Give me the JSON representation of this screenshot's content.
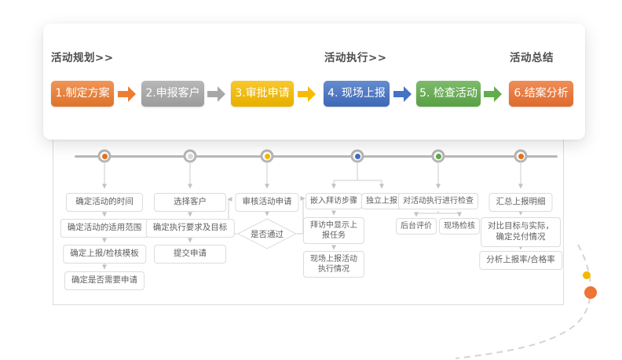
{
  "phases": [
    {
      "label": "活动规划>>"
    },
    {
      "label": "活动执行>>"
    },
    {
      "label": "活动总结"
    }
  ],
  "steps": [
    {
      "label": "1.制定方案",
      "color": "#ED7D31"
    },
    {
      "label": "2.申报客户",
      "color": "#A8A8A8"
    },
    {
      "label": "3.审批申请",
      "color": "#F7BC00"
    },
    {
      "label": "4. 现场上报",
      "color": "#4472C4"
    },
    {
      "label": "5. 检查活动",
      "color": "#61AC4C"
    },
    {
      "label": "6.结案分析",
      "color": "#ED7434"
    }
  ],
  "timeline": {
    "node_colors": [
      "#E8711F",
      "#D9D9D9",
      "#F2B800",
      "#3E6FC1",
      "#5FA845",
      "#E8711F"
    ]
  },
  "flow": {
    "columns": [
      {
        "boxes": [
          "确定活动的时间",
          "确定活动的适用范围",
          "确定上报/检核模板",
          "确定是否需要申请"
        ]
      },
      {
        "boxes": [
          "选择客户",
          "确定执行要求及目标",
          "提交申请"
        ]
      },
      {
        "boxes": [
          "审核活动申请"
        ],
        "decision": "是否通过"
      },
      {
        "boxes": [
          "嵌入拜访步骤",
          "独立上报",
          "拜访中显示上报任务",
          "现场上报活动执行情况"
        ]
      },
      {
        "boxes": [
          "对活动执行进行检查",
          "后台评价",
          "现场检核"
        ]
      },
      {
        "boxes": [
          "汇总上报明细",
          "对比目标与实际，确定兑付情况",
          "分析上报率/合格率"
        ]
      }
    ]
  },
  "decor": {
    "dot_small_color": "#F2B800",
    "dot_large_color": "#ED7434"
  }
}
